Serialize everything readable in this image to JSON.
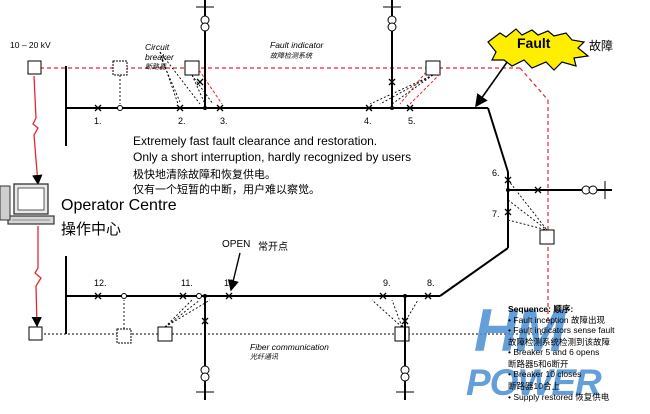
{
  "voltage": "10 – 20 kV",
  "circuit_breaker": {
    "en1": "Circuit",
    "en2": "breaker",
    "cn": "断路器"
  },
  "fault_indicator": {
    "en": "Fault indicator",
    "cn": "故障检测系统"
  },
  "fault_badge": {
    "en": "Fault",
    "cn": "故障"
  },
  "message": {
    "line1": "Extremely fast fault clearance and restoration.",
    "line2": "Only a short interruption, hardly recognized by users",
    "line3": "极快地清除故障和恢复供电。",
    "line4": "仅有一个短暂的中断，用户难以察觉。"
  },
  "operator_centre": {
    "en": "Operator Centre",
    "cn": "操作中心"
  },
  "open_label": {
    "en": "OPEN",
    "cn": "常开点"
  },
  "fiber": {
    "en": "Fiber communication",
    "cn": "光纤通讯"
  },
  "breaker_numbers": {
    "b1": "1.",
    "b2": "2.",
    "b3": "3.",
    "b4": "4.",
    "b5": "5.",
    "b6": "6.",
    "b7": "7.",
    "b8": "8.",
    "b9": "9.",
    "b10": "10.",
    "b11": "11.",
    "b12": "12."
  },
  "sequence": {
    "title": "Sequence: 顺序:",
    "items": [
      "• Fault inception 故障出现",
      "• Fault indicators sense fault",
      "  故障检测系统检测到该故障",
      "• Breaker 5 and 6 opens",
      "  断路器5和6断开",
      "• Breaker 10 closes",
      "  断路器10合上",
      "• Supply restored 恢复供电"
    ]
  },
  "watermark": {
    "line1": "HM",
    "line2": "POWER"
  },
  "colors": {
    "fault_yellow": "#ffee00",
    "red_line": "#e8262c",
    "watermark_blue": "#4a8fd4"
  }
}
